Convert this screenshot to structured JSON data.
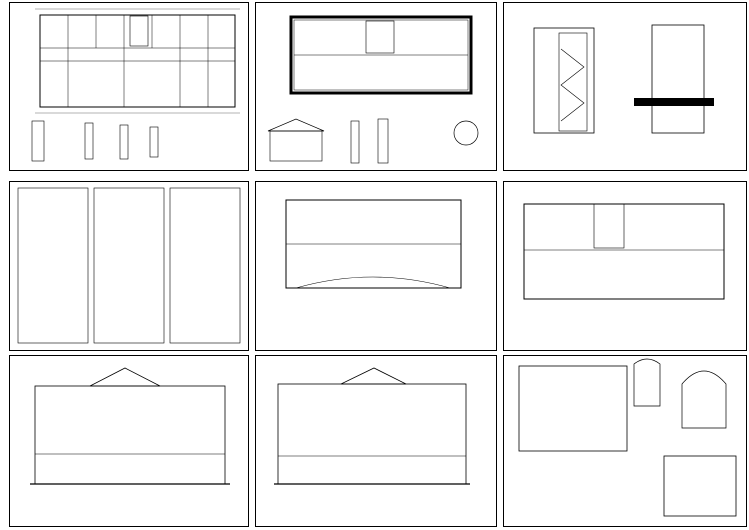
{
  "sheet": {
    "title": "",
    "panels": [
      {
        "id": "p1",
        "caption": ""
      },
      {
        "id": "p2",
        "caption": ""
      },
      {
        "id": "p3",
        "caption": ""
      },
      {
        "id": "p4",
        "caption": ""
      },
      {
        "id": "p5",
        "caption": ""
      },
      {
        "id": "p6",
        "caption": ""
      },
      {
        "id": "p7",
        "caption": ""
      },
      {
        "id": "p8",
        "caption": ""
      },
      {
        "id": "p9",
        "caption": ""
      }
    ]
  }
}
